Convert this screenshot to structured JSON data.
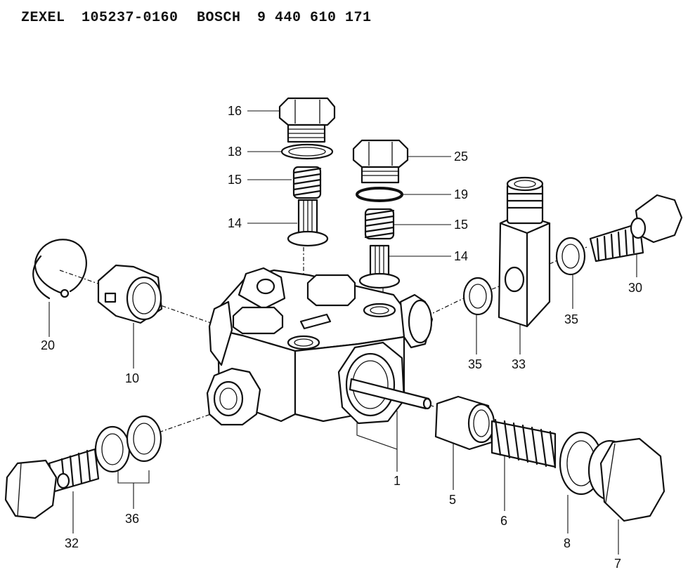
{
  "header": {
    "brand1": "ZEXEL",
    "part1": "105237-0160",
    "brand2": "BOSCH",
    "part2": "9 440 610 171"
  },
  "labels": {
    "p16": "16",
    "p18": "18",
    "p15a": "15",
    "p14a": "14",
    "p25": "25",
    "p19": "19",
    "p15b": "15",
    "p14b": "14",
    "p20": "20",
    "p10": "10",
    "p35a": "35",
    "p33": "33",
    "p35b": "35",
    "p30": "30",
    "p1": "1",
    "p5": "5",
    "p6": "6",
    "p8": "8",
    "p7": "7",
    "p36": "36",
    "p32": "32"
  }
}
